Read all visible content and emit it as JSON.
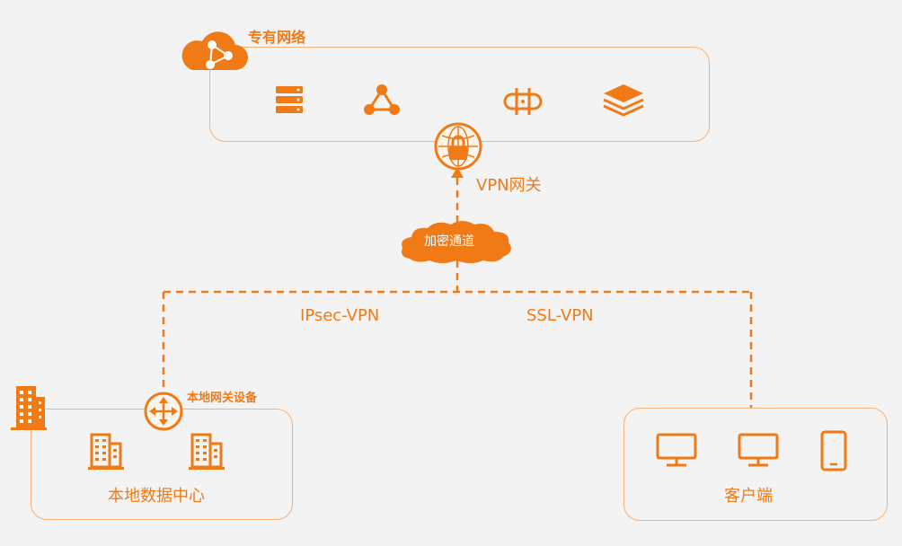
{
  "vpc": {
    "title": "专有网络",
    "icons": [
      "server-stack-icon",
      "network-hub-icon",
      "router-icon",
      "layers-icon"
    ]
  },
  "gateway": {
    "label": "VPN网关",
    "icon": "lock-globe-icon"
  },
  "tunnel": {
    "label": "加密通道"
  },
  "links": {
    "ipsec": "IPsec-VPN",
    "ssl": "SSL-VPN"
  },
  "datacenter": {
    "title": "本地数据中心",
    "device_label": "本地网关设备"
  },
  "client": {
    "title": "客户端"
  },
  "colors": {
    "accent": "#f07a16",
    "border": "#f5b27a",
    "background": "#f3f3f3"
  }
}
